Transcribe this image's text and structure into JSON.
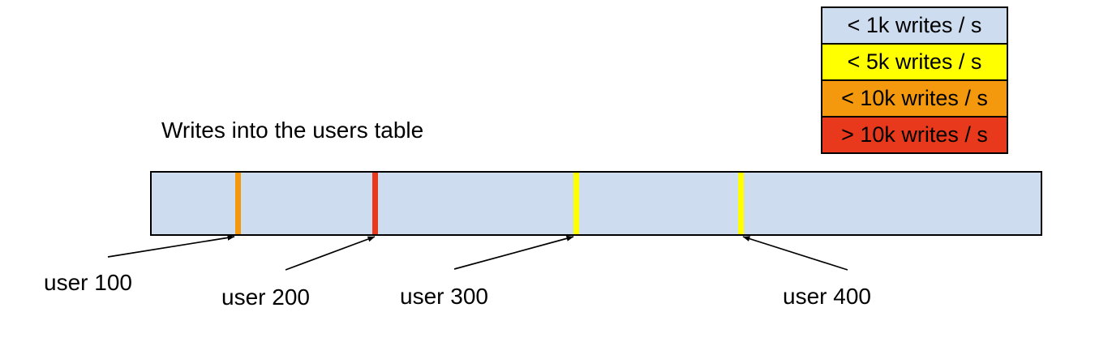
{
  "title": "Writes into the users table",
  "legend": {
    "items": [
      {
        "label": "< 1k writes / s",
        "color": "#cddcef"
      },
      {
        "label": "< 5k writes / s",
        "color": "#ffff00"
      },
      {
        "label": "< 10k writes / s",
        "color": "#f4990d"
      },
      {
        "label": "> 10k writes / s",
        "color": "#e8391d"
      }
    ]
  },
  "bar": {
    "fill": "#cddcef",
    "border_color": "#000000",
    "markers": [
      {
        "label": "user 100",
        "color": "#f4990d"
      },
      {
        "label": "user 200",
        "color": "#e8391d"
      },
      {
        "label": "user 300",
        "color": "#ffff00"
      },
      {
        "label": "user 400",
        "color": "#ffff00"
      }
    ]
  }
}
